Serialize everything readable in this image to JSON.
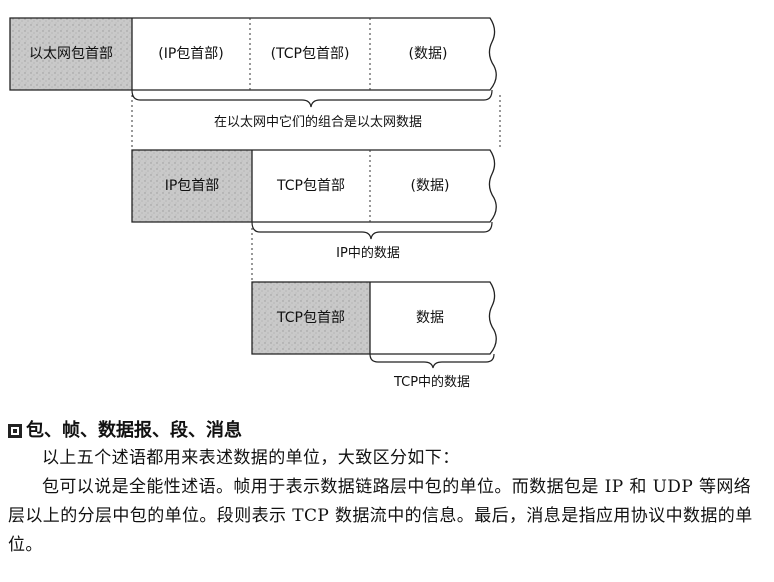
{
  "diagram": {
    "row1": {
      "cells": [
        "以太网包首部",
        "(IP包首部)",
        "(TCP包首部)",
        "(数据)"
      ],
      "caption": "在以太网中它们的组合是以太网数据"
    },
    "row2": {
      "cells": [
        "IP包首部",
        "TCP包首部",
        "(数据)"
      ],
      "caption": "IP中的数据"
    },
    "row3": {
      "cells": [
        "TCP包首部",
        "数据"
      ],
      "caption": "TCP中的数据"
    }
  },
  "section": {
    "heading": "包、帧、数据报、段、消息",
    "heading_icon": "square-bullet-icon",
    "paragraphs": [
      "以上五个述语都用来表述数据的单位，大致区分如下：",
      "包可以说是全能性述语。帧用于表示数据链路层中包的单位。而数据包是 IP 和 UDP 等网络层以上的分层中包的单位。段则表示 TCP 数据流中的信息。最后，消息是指应用协议中数据的单位。"
    ]
  }
}
